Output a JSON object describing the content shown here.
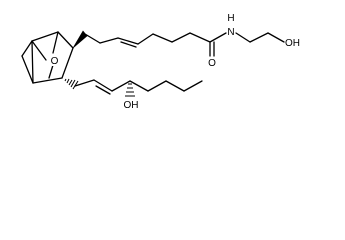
{
  "atoms": {
    "ring_oxygen": "O",
    "carbonyl_oxygen": "O",
    "amide_nitrogen": "N",
    "amide_hydrogen": "H",
    "terminal_hydroxyl": "OH",
    "side_chain_hydroxyl": "OH"
  }
}
